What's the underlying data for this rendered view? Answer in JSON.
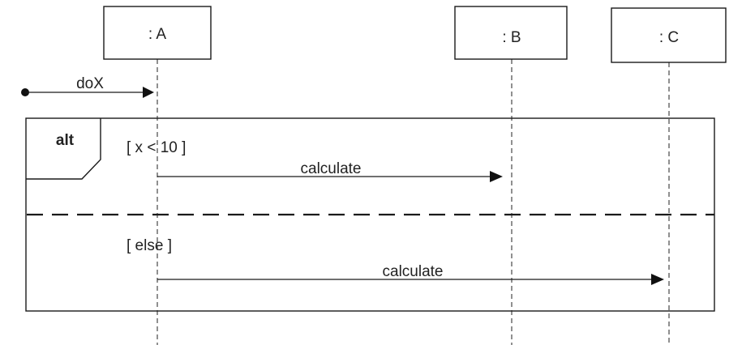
{
  "lifelines": [
    {
      "id": "A",
      "label": ": A"
    },
    {
      "id": "B",
      "label": ": B"
    },
    {
      "id": "C",
      "label": ": C"
    }
  ],
  "found_message": {
    "label": "doX",
    "to": "A"
  },
  "fragment": {
    "operator": "alt",
    "operands": [
      {
        "guard": "[ x < 10 ]",
        "message": {
          "label": "calculate",
          "from": "A",
          "to": "B"
        }
      },
      {
        "guard": "[ else ]",
        "message": {
          "label": "calculate",
          "from": "A",
          "to": "C"
        }
      }
    ]
  }
}
